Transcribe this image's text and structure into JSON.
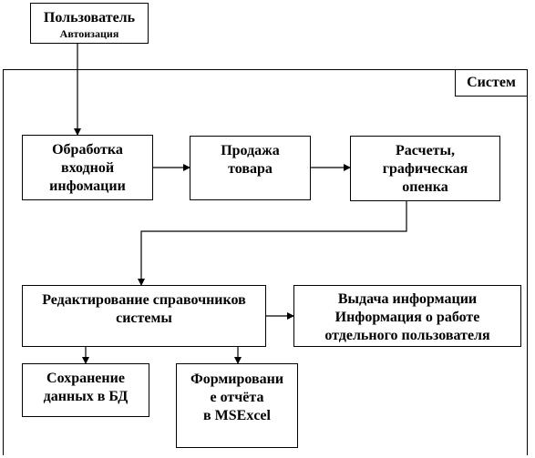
{
  "diagram": {
    "system_label": "Систем",
    "nodes": {
      "user": {
        "line1": "Пользователь",
        "line2": "Автоизация"
      },
      "input_processing": {
        "lines": [
          "Обработка",
          "входной",
          "инфомации"
        ]
      },
      "sale": {
        "lines": [
          "Продажа",
          "товара"
        ]
      },
      "calc": {
        "lines": [
          "Расчеты,",
          "графическая",
          "опенка"
        ]
      },
      "edit_refs": {
        "lines": [
          "Редактирование справочников",
          "системы"
        ]
      },
      "output_info": {
        "lines": [
          "Выдача информации",
          "Информация о работе",
          "отдельного пользователя"
        ]
      },
      "save_db": {
        "lines": [
          "Сохранение",
          "данных в БД"
        ]
      },
      "report": {
        "lines": [
          "Формировани",
          "е отчёта",
          "в MSExcel"
        ]
      }
    }
  }
}
